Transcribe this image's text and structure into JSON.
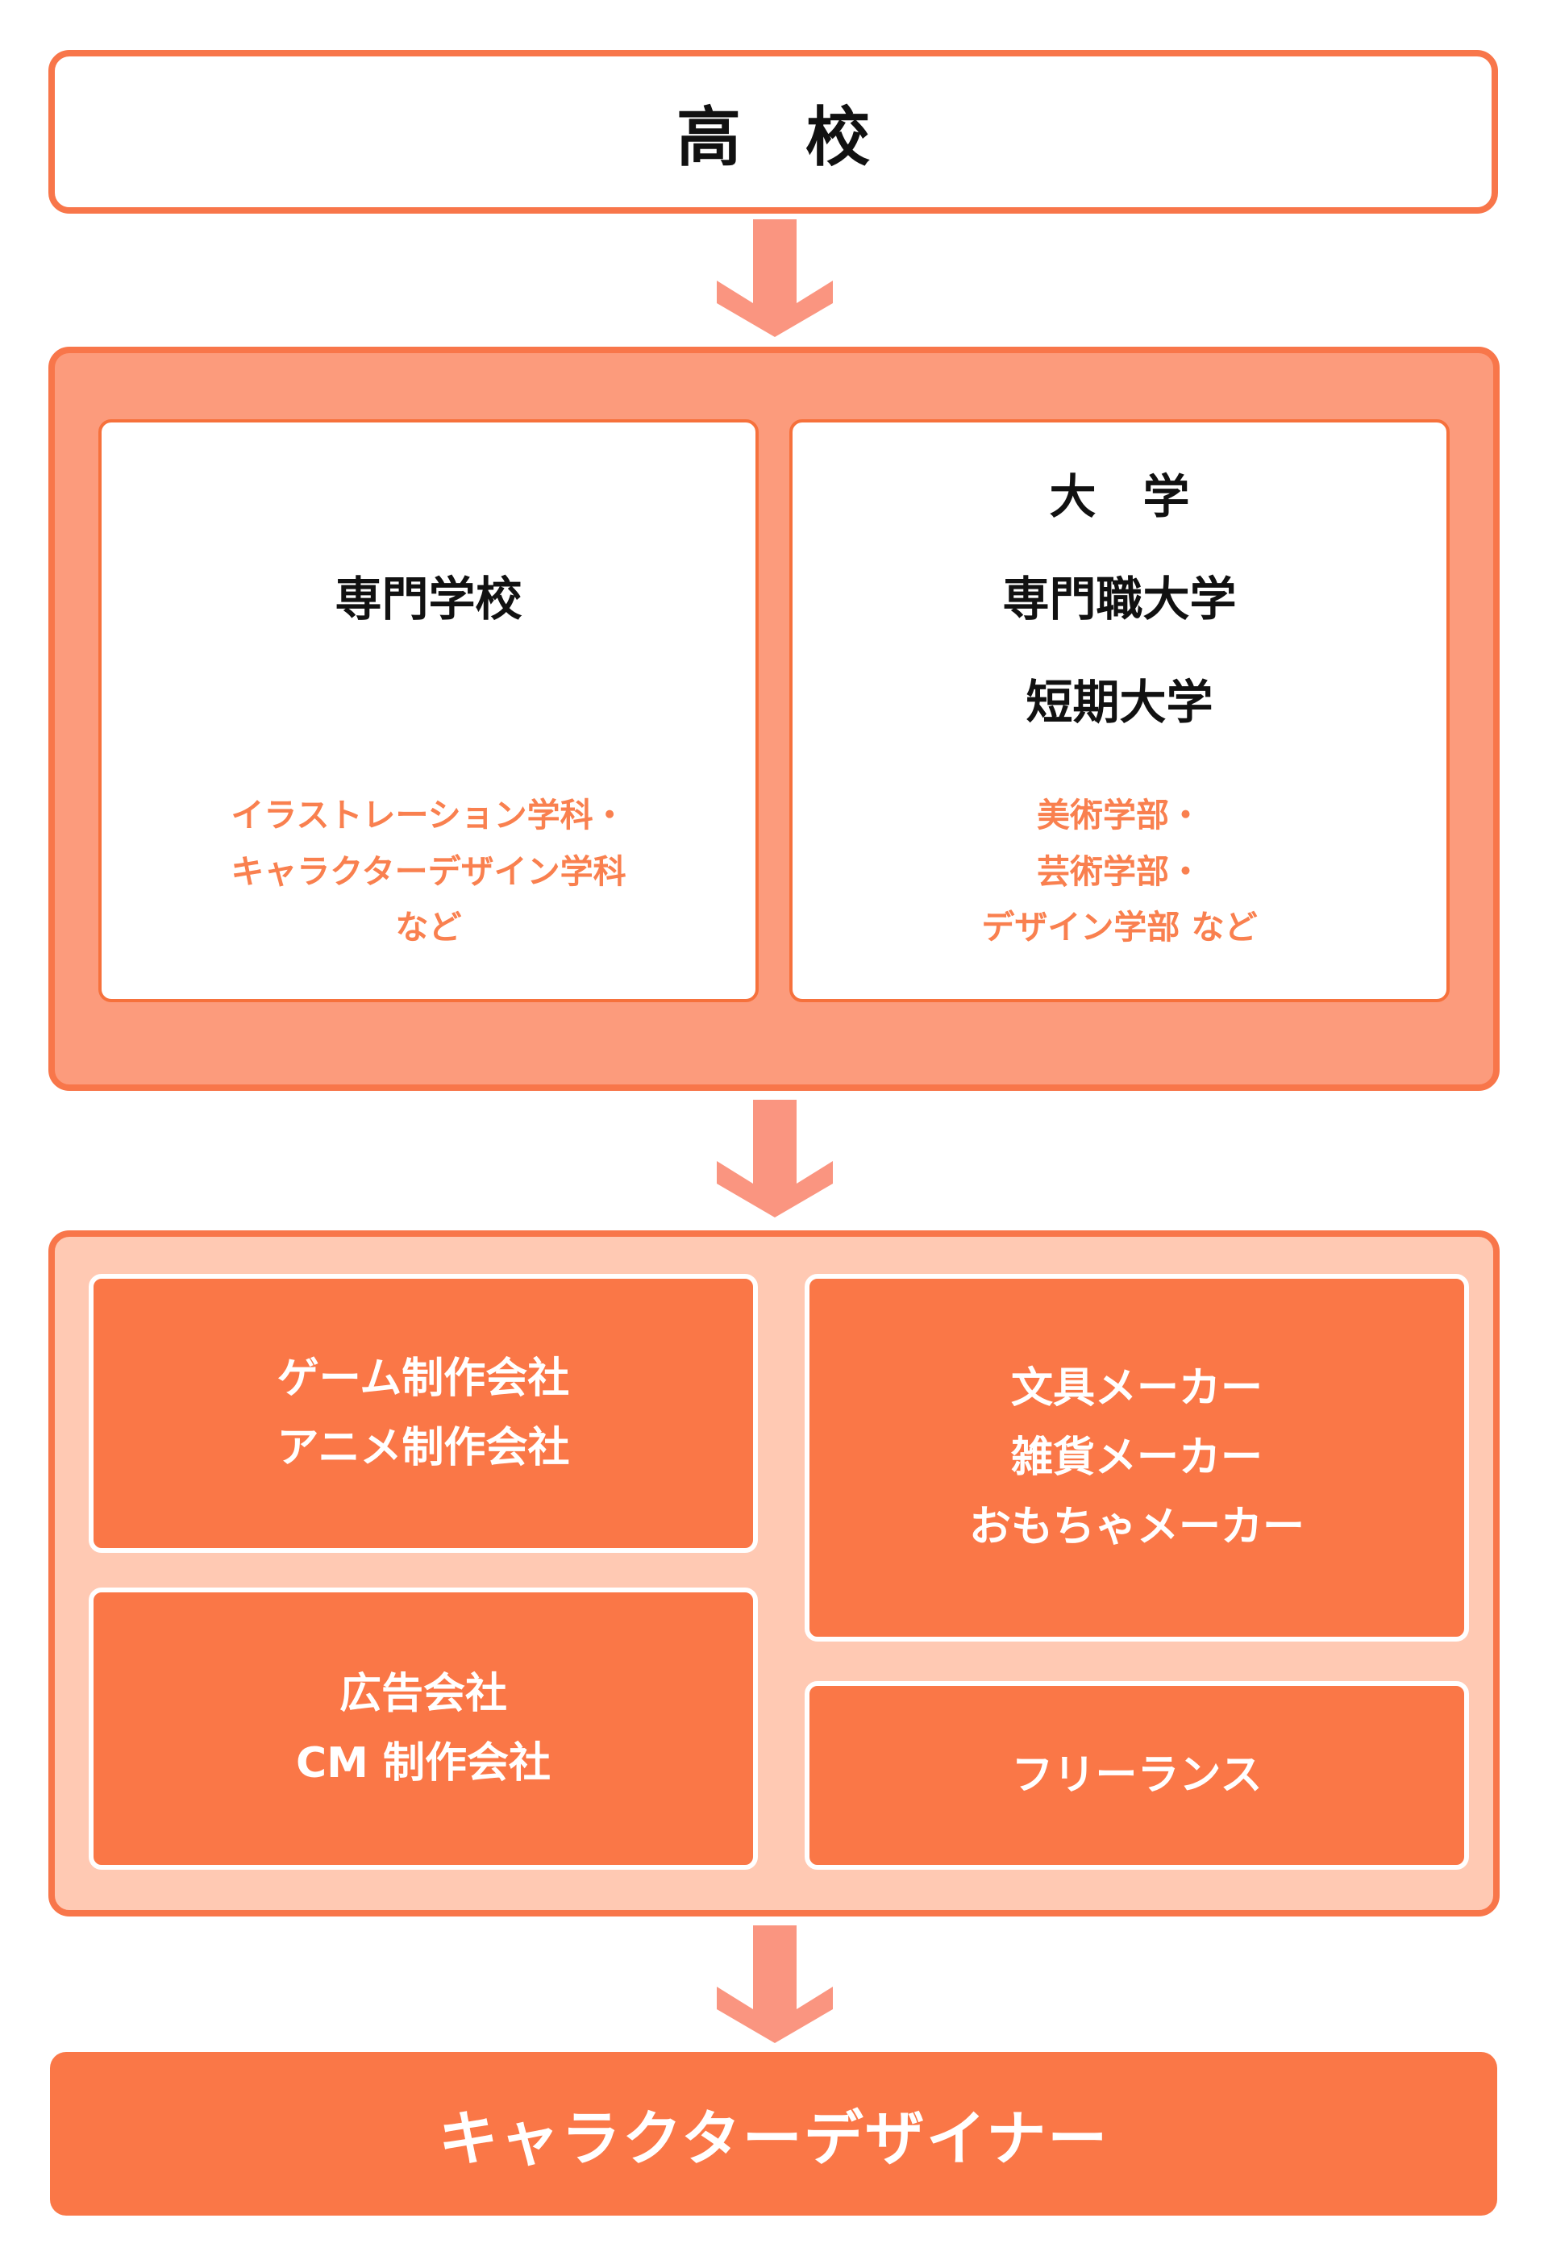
{
  "colors": {
    "border_orange": "#f8764a",
    "white_box_border": "#f6713c",
    "salmon_fill": "#fc9b7c",
    "arrow_salmon": "#fa9580",
    "pink_fill": "#ffc9b3",
    "orange_fill": "#fa7747",
    "subtext_orange": "#f9804f",
    "title_black": "#111111",
    "white": "#ffffff"
  },
  "flow": {
    "highschool": {
      "label": "高　校"
    },
    "education": {
      "vocational": {
        "title": "専門学校",
        "departments": "イラストレーション学科・\nキャラクターデザイン学科\nなど"
      },
      "university": {
        "title": "大　学\n専門職大学\n短期大学",
        "departments": "美術学部・\n芸術学部・\nデザイン学部 など"
      }
    },
    "employers": {
      "game_anime": "ゲーム制作会社\nアニメ制作会社",
      "manufacturers": "文具メーカー\n雑貨メーカー\nおもちゃメーカー",
      "ad_cm": "広告会社\nCM 制作会社",
      "freelance": "フリーランス"
    },
    "result": {
      "label": "キャラクターデザイナー"
    }
  }
}
